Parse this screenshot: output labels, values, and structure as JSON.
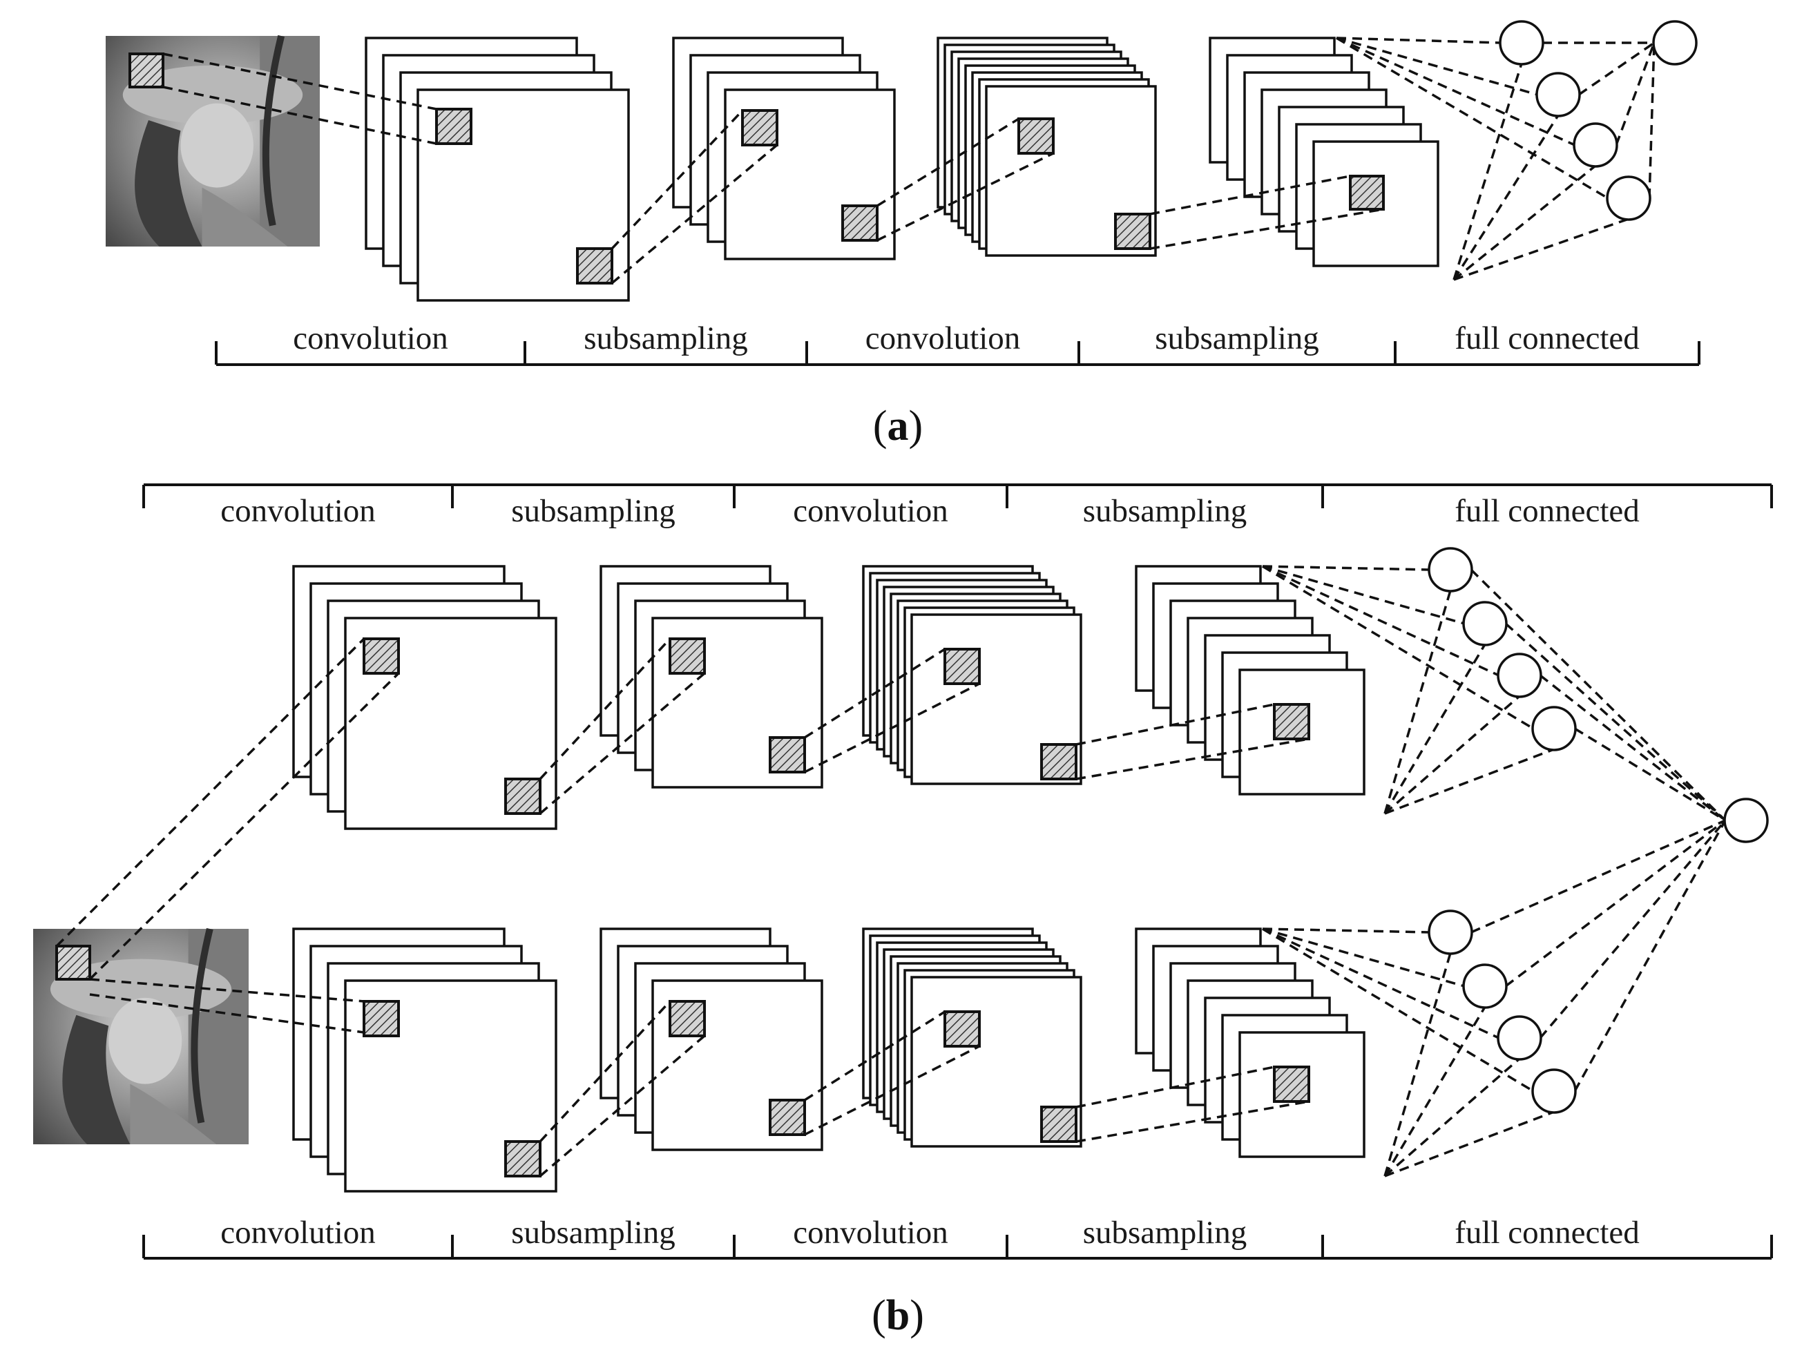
{
  "figure": {
    "panels": [
      {
        "id": "a",
        "label": "(a)",
        "label_letter": "a",
        "segments": [
          "convolution",
          "subsampling",
          "convolution",
          "subsampling",
          "full connected"
        ]
      },
      {
        "id": "b",
        "label": "(b)",
        "label_letter": "b",
        "segments_top": [
          "convolution",
          "subsampling",
          "convolution",
          "subsampling",
          "full connected"
        ],
        "segments_bottom": [
          "convolution",
          "subsampling",
          "convolution",
          "subsampling",
          "full connected"
        ]
      }
    ],
    "colors": {
      "line": "#111111",
      "patch_fill": "#c9c9c9",
      "background": "#ffffff"
    }
  }
}
